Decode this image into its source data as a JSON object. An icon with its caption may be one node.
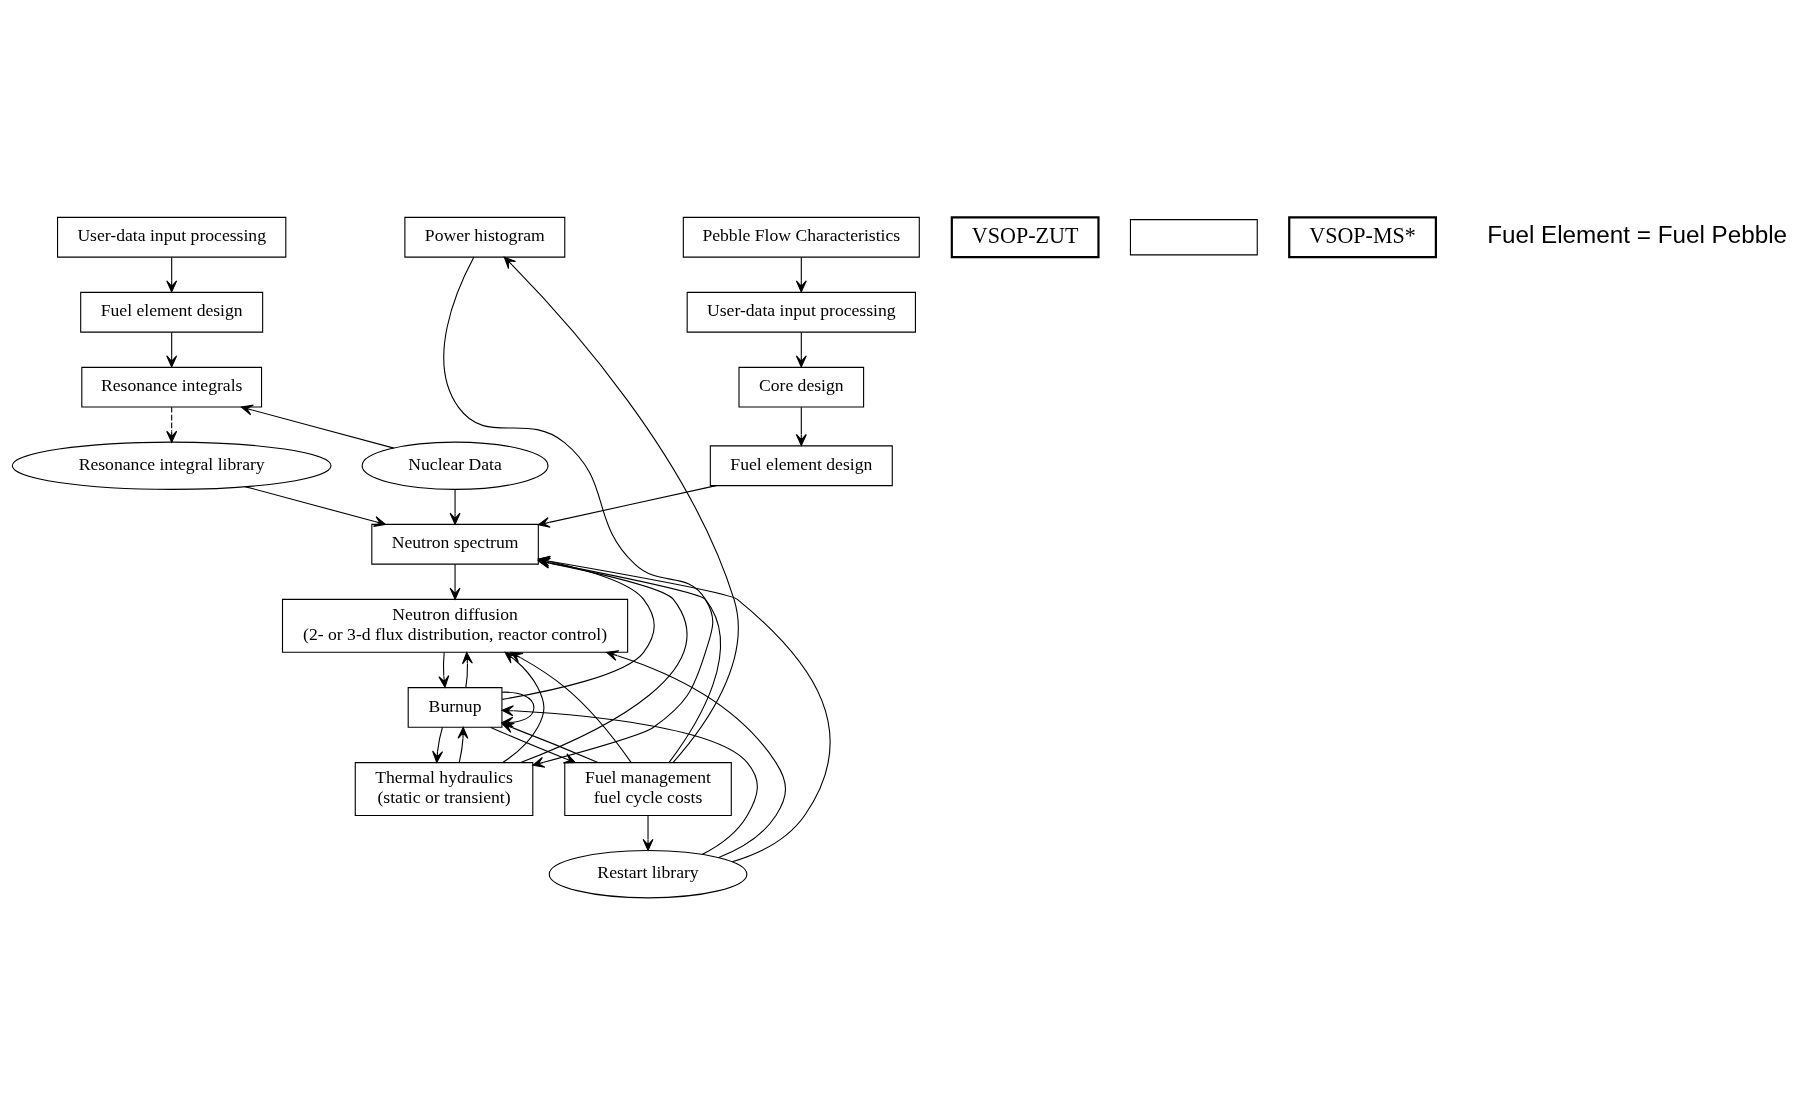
{
  "diagram": {
    "nodes": [
      {
        "text": [
          "User-data input processing"
        ]
      },
      {
        "text": [
          "Fuel element design"
        ]
      },
      {
        "text": [
          "Resonance integrals"
        ]
      },
      {
        "text": [
          "VSOP-ZUT"
        ]
      },
      {
        "text": [
          "Nuclear Data"
        ]
      },
      {
        "text": [],
        "shape": "box"
      },
      {
        "text": [
          "Pebble Flow Characteristics"
        ]
      },
      {
        "text": [
          "Resonance integral library"
        ]
      },
      {
        "text": [
          "User-data input processing"
        ]
      },
      {
        "text": [
          "Core design"
        ]
      },
      {
        "text": [
          "Fuel element design"
        ]
      },
      {
        "text": [
          "Neutron spectrum"
        ]
      },
      {
        "text": [
          "VSOP-MS*"
        ]
      },
      {
        "text": [
          "Neutron diffusion",
          "(2- or 3-d flux distribution, reactor control)"
        ]
      },
      {
        "text": [
          "Burnup"
        ]
      },
      {
        "text": [
          "Thermal hydraulics",
          "(static or transient)"
        ]
      },
      {
        "text": [
          "Power histogram"
        ]
      },
      {
        "text": [
          "Fuel management",
          "fuel cycle costs"
        ]
      },
      {
        "text": [
          "Restart library"
        ]
      }
    ],
    "edges": [
      {
        "from": 0,
        "to": 1,
        "arrow": "to"
      },
      {
        "from": 1,
        "to": 2,
        "arrow": "to"
      },
      {
        "from": 4,
        "to": 2,
        "arrow": "to"
      },
      {
        "from": 2,
        "to": 7,
        "arrow": "to",
        "style": "dashed"
      },
      {
        "from": 6,
        "to": 8,
        "arrow": "to"
      },
      {
        "from": 8,
        "to": 9,
        "arrow": "to"
      },
      {
        "from": 9,
        "to": 10,
        "arrow": "to"
      },
      {
        "from": 10,
        "to": 11,
        "arrow": "to"
      },
      {
        "from": 7,
        "to": 11,
        "arrow": "to"
      },
      {
        "from": 4,
        "to": 11,
        "arrow": "to"
      },
      {
        "from": 11,
        "to": 13,
        "arrow": "to"
      },
      {
        "from": 13,
        "to": 14,
        "arrow": "to"
      },
      {
        "from": 14,
        "to": 15,
        "arrow": "to"
      },
      {
        "from": 14,
        "to": 17,
        "arrow": "to"
      },
      {
        "from": 16,
        "to": 15,
        "arrow": "to"
      },
      {
        "from": 17,
        "to": 16,
        "arrow": "to"
      },
      {
        "from": 17,
        "to": 18,
        "arrow": "to"
      },
      {
        "from": 14,
        "to": 11,
        "arrow": "to"
      },
      {
        "from": 14,
        "to": 13,
        "arrow": "to"
      },
      {
        "from": 14,
        "to": 14,
        "arrow": "to"
      },
      {
        "from": 15,
        "to": 11,
        "arrow": "to"
      },
      {
        "from": 15,
        "to": 13,
        "arrow": "to"
      },
      {
        "from": 15,
        "to": 14,
        "arrow": "to"
      },
      {
        "from": 17,
        "to": 11,
        "arrow": "to"
      },
      {
        "from": 17,
        "to": 13,
        "arrow": "to"
      },
      {
        "from": 17,
        "to": 14,
        "arrow": "to"
      },
      {
        "from": 18,
        "to": 11,
        "arrow": "to"
      },
      {
        "from": 18,
        "to": 13,
        "arrow": "to"
      },
      {
        "from": 18,
        "to": 14,
        "arrow": "to"
      }
    ],
    "labels": [
      "Fuel Element = Fuel Pebble"
    ]
  }
}
